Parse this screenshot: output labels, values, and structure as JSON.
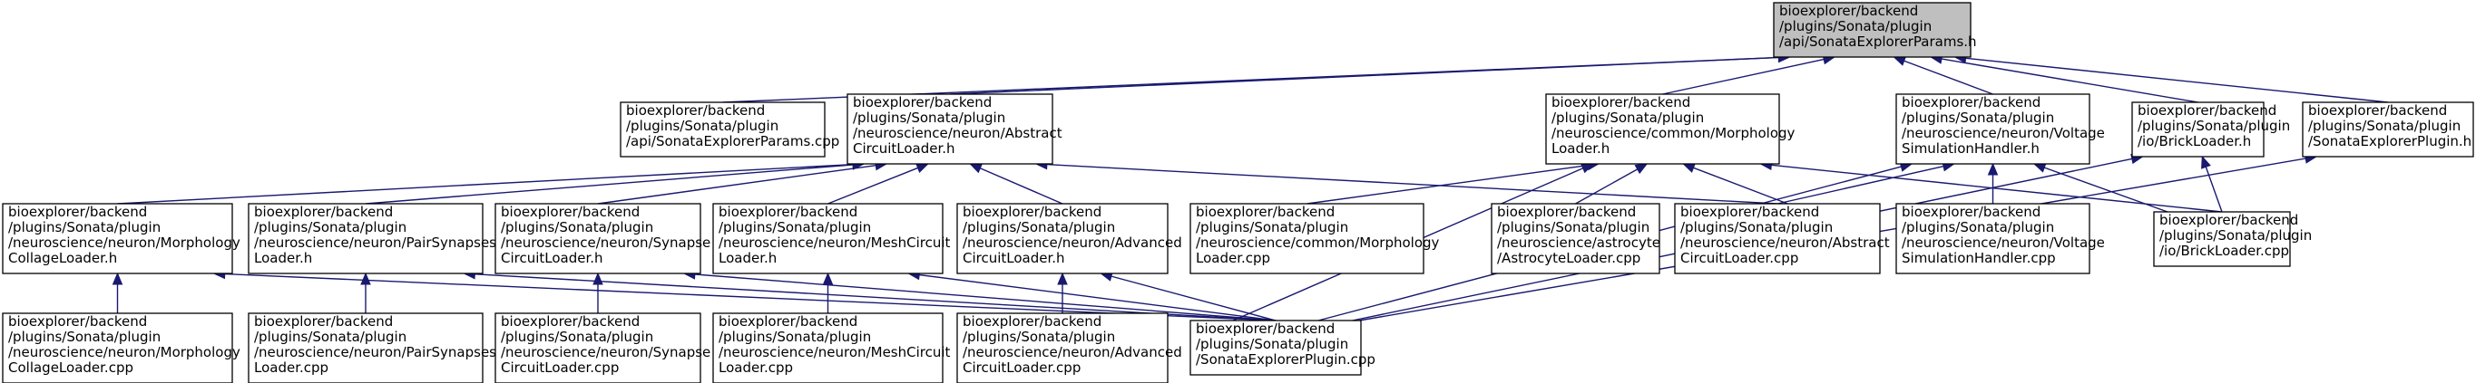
{
  "nodes": [
    {
      "id": "root",
      "root": true,
      "lines": [
        "bioexplorer/backend",
        "/plugins/Sonata/plugin",
        "/api/SonataExplorerParams.h"
      ]
    },
    {
      "id": "params_cpp",
      "lines": [
        "bioexplorer/backend",
        "/plugins/Sonata/plugin",
        "/api/SonataExplorerParams.cpp"
      ]
    },
    {
      "id": "abstract_h",
      "lines": [
        "bioexplorer/backend",
        "/plugins/Sonata/plugin",
        "/neuroscience/neuron/Abstract",
        "CircuitLoader.h"
      ]
    },
    {
      "id": "morph_h",
      "lines": [
        "bioexplorer/backend",
        "/plugins/Sonata/plugin",
        "/neuroscience/common/Morphology",
        "Loader.h"
      ]
    },
    {
      "id": "voltage_h",
      "lines": [
        "bioexplorer/backend",
        "/plugins/Sonata/plugin",
        "/neuroscience/neuron/Voltage",
        "SimulationHandler.h"
      ]
    },
    {
      "id": "brick_h",
      "lines": [
        "bioexplorer/backend",
        "/plugins/Sonata/plugin",
        "/io/BrickLoader.h"
      ]
    },
    {
      "id": "plugin_h",
      "lines": [
        "bioexplorer/backend",
        "/plugins/Sonata/plugin",
        "/SonataExplorerPlugin.h"
      ]
    },
    {
      "id": "collage_h",
      "lines": [
        "bioexplorer/backend",
        "/plugins/Sonata/plugin",
        "/neuroscience/neuron/Morphology",
        "CollageLoader.h"
      ]
    },
    {
      "id": "pair_h",
      "lines": [
        "bioexplorer/backend",
        "/plugins/Sonata/plugin",
        "/neuroscience/neuron/PairSynapses",
        "Loader.h"
      ]
    },
    {
      "id": "synapse_h",
      "lines": [
        "bioexplorer/backend",
        "/plugins/Sonata/plugin",
        "/neuroscience/neuron/Synapse",
        "CircuitLoader.h"
      ]
    },
    {
      "id": "mesh_h",
      "lines": [
        "bioexplorer/backend",
        "/plugins/Sonata/plugin",
        "/neuroscience/neuron/MeshCircuit",
        "Loader.h"
      ]
    },
    {
      "id": "advanced_h",
      "lines": [
        "bioexplorer/backend",
        "/plugins/Sonata/plugin",
        "/neuroscience/neuron/Advanced",
        "CircuitLoader.h"
      ]
    },
    {
      "id": "morph_cpp",
      "lines": [
        "bioexplorer/backend",
        "/plugins/Sonata/plugin",
        "/neuroscience/common/Morphology",
        "Loader.cpp"
      ]
    },
    {
      "id": "astro_cpp",
      "lines": [
        "bioexplorer/backend",
        "/plugins/Sonata/plugin",
        "/neuroscience/astrocyte",
        "/AstrocyteLoader.cpp"
      ]
    },
    {
      "id": "abstract_cpp",
      "lines": [
        "bioexplorer/backend",
        "/plugins/Sonata/plugin",
        "/neuroscience/neuron/Abstract",
        "CircuitLoader.cpp"
      ]
    },
    {
      "id": "voltage_cpp",
      "lines": [
        "bioexplorer/backend",
        "/plugins/Sonata/plugin",
        "/neuroscience/neuron/Voltage",
        "SimulationHandler.cpp"
      ]
    },
    {
      "id": "brick_cpp",
      "lines": [
        "bioexplorer/backend",
        "/plugins/Sonata/plugin",
        "/io/BrickLoader.cpp"
      ]
    },
    {
      "id": "collage_cpp",
      "lines": [
        "bioexplorer/backend",
        "/plugins/Sonata/plugin",
        "/neuroscience/neuron/Morphology",
        "CollageLoader.cpp"
      ]
    },
    {
      "id": "pair_cpp",
      "lines": [
        "bioexplorer/backend",
        "/plugins/Sonata/plugin",
        "/neuroscience/neuron/PairSynapses",
        "Loader.cpp"
      ]
    },
    {
      "id": "synapse_cpp",
      "lines": [
        "bioexplorer/backend",
        "/plugins/Sonata/plugin",
        "/neuroscience/neuron/Synapse",
        "CircuitLoader.cpp"
      ]
    },
    {
      "id": "mesh_cpp",
      "lines": [
        "bioexplorer/backend",
        "/plugins/Sonata/plugin",
        "/neuroscience/neuron/MeshCircuit",
        "Loader.cpp"
      ]
    },
    {
      "id": "advanced_cpp",
      "lines": [
        "bioexplorer/backend",
        "/plugins/Sonata/plugin",
        "/neuroscience/neuron/Advanced",
        "CircuitLoader.cpp"
      ]
    },
    {
      "id": "plugin_cpp",
      "lines": [
        "bioexplorer/backend",
        "/plugins/Sonata/plugin",
        "/SonataExplorerPlugin.cpp"
      ]
    }
  ],
  "edges": [
    {
      "from": "params_cpp",
      "to": "root"
    },
    {
      "from": "abstract_h",
      "to": "root"
    },
    {
      "from": "morph_h",
      "to": "root"
    },
    {
      "from": "voltage_h",
      "to": "root"
    },
    {
      "from": "brick_h",
      "to": "root"
    },
    {
      "from": "plugin_h",
      "to": "root"
    },
    {
      "from": "collage_h",
      "to": "abstract_h"
    },
    {
      "from": "pair_h",
      "to": "abstract_h"
    },
    {
      "from": "synapse_h",
      "to": "abstract_h"
    },
    {
      "from": "mesh_h",
      "to": "abstract_h"
    },
    {
      "from": "advanced_h",
      "to": "abstract_h"
    },
    {
      "from": "abstract_cpp",
      "to": "abstract_h"
    },
    {
      "from": "morph_cpp",
      "to": "morph_h"
    },
    {
      "from": "astro_cpp",
      "to": "morph_h"
    },
    {
      "from": "abstract_cpp",
      "to": "morph_h"
    },
    {
      "from": "brick_cpp",
      "to": "morph_h"
    },
    {
      "from": "plugin_cpp",
      "to": "morph_h"
    },
    {
      "from": "abstract_cpp",
      "to": "voltage_h"
    },
    {
      "from": "voltage_cpp",
      "to": "voltage_h"
    },
    {
      "from": "brick_cpp",
      "to": "voltage_h"
    },
    {
      "from": "plugin_cpp",
      "to": "voltage_h"
    },
    {
      "from": "brick_cpp",
      "to": "brick_h"
    },
    {
      "from": "plugin_cpp",
      "to": "brick_h"
    },
    {
      "from": "plugin_cpp",
      "to": "plugin_h"
    },
    {
      "from": "collage_cpp",
      "to": "collage_h"
    },
    {
      "from": "plugin_cpp",
      "to": "collage_h"
    },
    {
      "from": "pair_cpp",
      "to": "pair_h"
    },
    {
      "from": "plugin_cpp",
      "to": "pair_h"
    },
    {
      "from": "synapse_cpp",
      "to": "synapse_h"
    },
    {
      "from": "plugin_cpp",
      "to": "synapse_h"
    },
    {
      "from": "mesh_cpp",
      "to": "mesh_h"
    },
    {
      "from": "plugin_cpp",
      "to": "mesh_h"
    },
    {
      "from": "advanced_cpp",
      "to": "advanced_h"
    },
    {
      "from": "plugin_cpp",
      "to": "advanced_h"
    }
  ],
  "colors": {
    "edge": "#191970",
    "root_fill": "#bfbfbf",
    "node_fill": "#ffffff",
    "border": "#000000"
  }
}
